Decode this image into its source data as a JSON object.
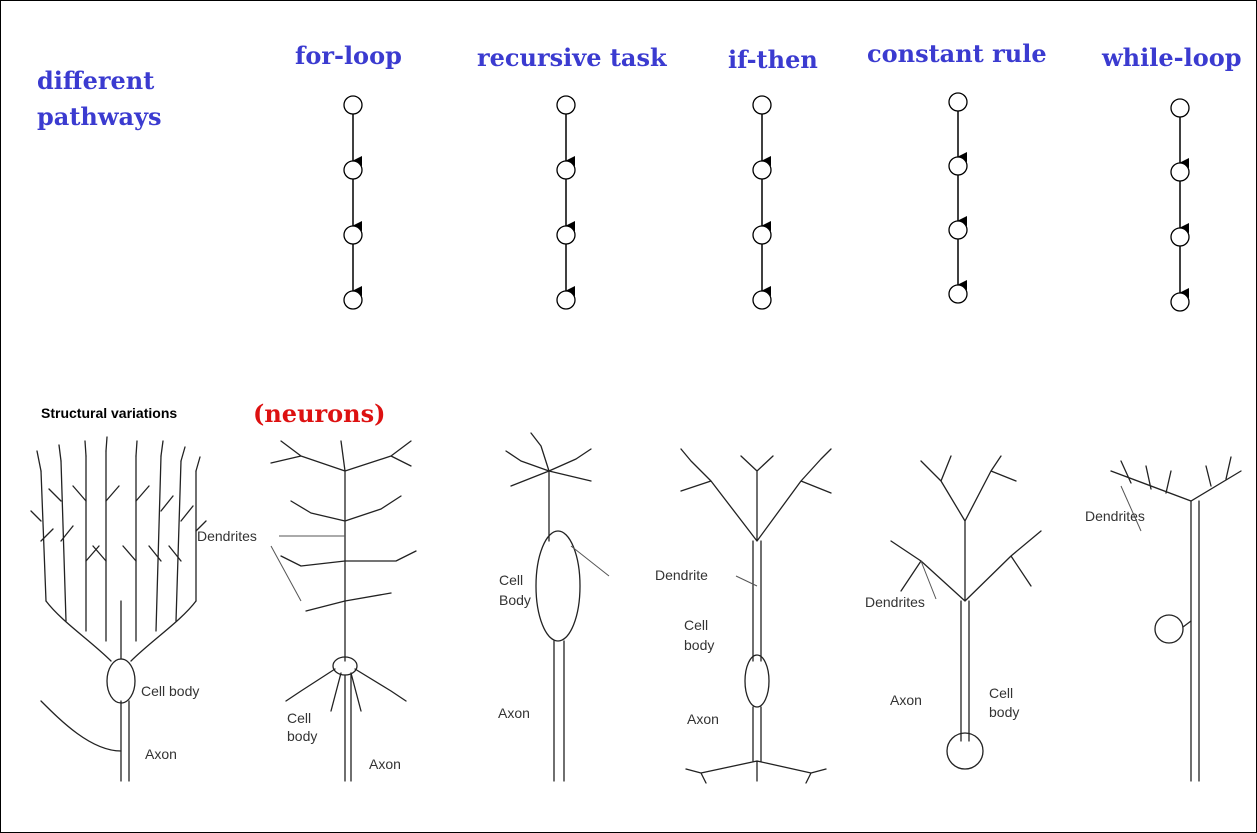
{
  "pathways": {
    "heading_line1": "different",
    "heading_line2": "pathways",
    "columns": [
      {
        "label": "for-loop"
      },
      {
        "label": "recursive task"
      },
      {
        "label": "if-then"
      },
      {
        "label": "constant rule"
      },
      {
        "label": "while-loop"
      }
    ]
  },
  "neurons_section": {
    "heading": "Structural variations",
    "subheading": "(neurons)",
    "labels": {
      "dendrites_1": "Dendrites",
      "cell_body_1": "Cell body",
      "axon_1": "Axon",
      "cell_body_2a": "Cell",
      "cell_body_2b": "body",
      "axon_2": "Axon",
      "cell_body_3a": "Cell",
      "cell_body_3b": "Body",
      "dendrite_3": "Dendrite",
      "axon_3": "Axon",
      "cell_body_4a": "Cell",
      "cell_body_4b": "body",
      "axon_4": "Axon",
      "dendrites_5": "Dendrites",
      "axon_5": "Axon",
      "cell_body_5a": "Cell",
      "cell_body_5b": "body",
      "dendrites_6": "Dendrites"
    }
  }
}
